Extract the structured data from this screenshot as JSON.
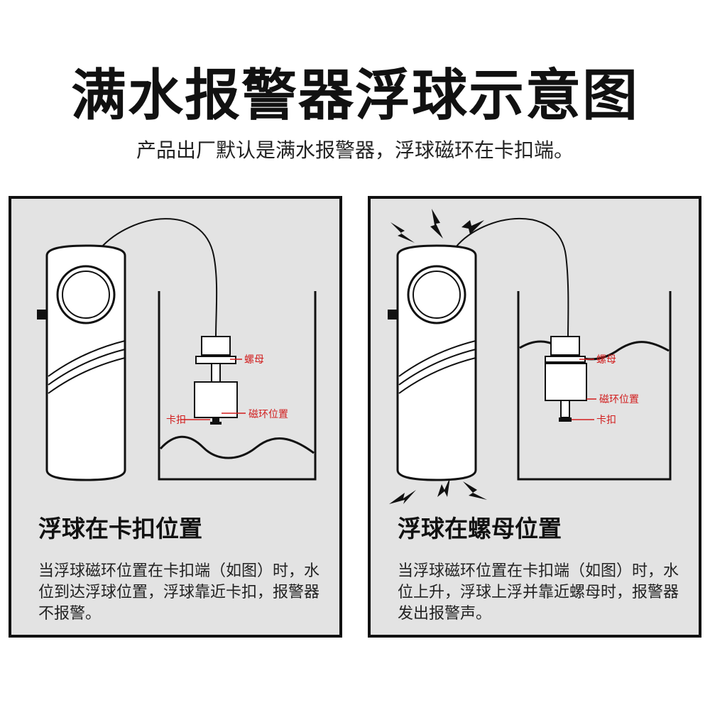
{
  "header": {
    "title": "满水报警器浮球示意图",
    "subtitle": "产品出厂默认是满水报警器，浮球磁环在卡扣端。"
  },
  "panels": [
    {
      "heading": "浮球在卡扣位置",
      "description": "当浮球磁环位置在卡扣端（如图）时，水位到达浮球位置，浮球靠近卡扣，报警器不报警。",
      "labels": {
        "nut": "螺母",
        "clip": "卡扣",
        "magnet": "磁环位置"
      },
      "alarm_active": false
    },
    {
      "heading": "浮球在螺母位置",
      "description": "当浮球磁环位置在卡扣端（如图）时，水位上升，浮球上浮并靠近螺母时，报警器发出报警声。",
      "labels": {
        "nut": "螺母",
        "clip": "卡扣",
        "magnet": "磁环位置"
      },
      "alarm_active": true
    }
  ],
  "colors": {
    "label": "#d11c1c",
    "panel_bg": "#e3e3e3",
    "outline": "#111111"
  }
}
